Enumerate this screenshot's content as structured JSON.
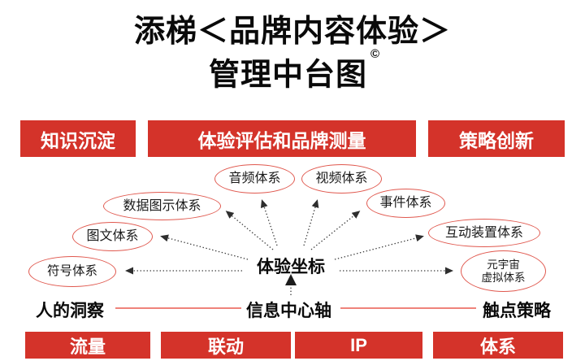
{
  "title": {
    "line1": "添梯＜品牌内容体验＞",
    "line2": "管理中台图",
    "copyright": "©"
  },
  "top_bar": {
    "items": [
      {
        "label": "知识沉淀"
      },
      {
        "label": "体验评估和品牌测量"
      },
      {
        "label": "策略创新"
      }
    ]
  },
  "diagram": {
    "center_label": "体验坐标",
    "axis_label": "信息中心轴",
    "left_label": "人的洞察",
    "right_label": "触点策略",
    "nodes": [
      {
        "label": "音频体系"
      },
      {
        "label": "视频体系"
      },
      {
        "label": "数据图示体系"
      },
      {
        "label": "事件体系"
      },
      {
        "label": "图文体系"
      },
      {
        "label": "互动装置体系"
      },
      {
        "label": "符号体系"
      },
      {
        "label": "元宇宙",
        "label2": "虚拟体系"
      }
    ]
  },
  "bottom_bar": {
    "items": [
      {
        "label": "流量"
      },
      {
        "label": "联动"
      },
      {
        "label": "IP"
      },
      {
        "label": "体系"
      }
    ]
  },
  "colors": {
    "bar_red": "#d4332a",
    "oval_red": "#e0584e",
    "line_red": "#ef837b",
    "arrow_black": "#2e2e2e"
  }
}
